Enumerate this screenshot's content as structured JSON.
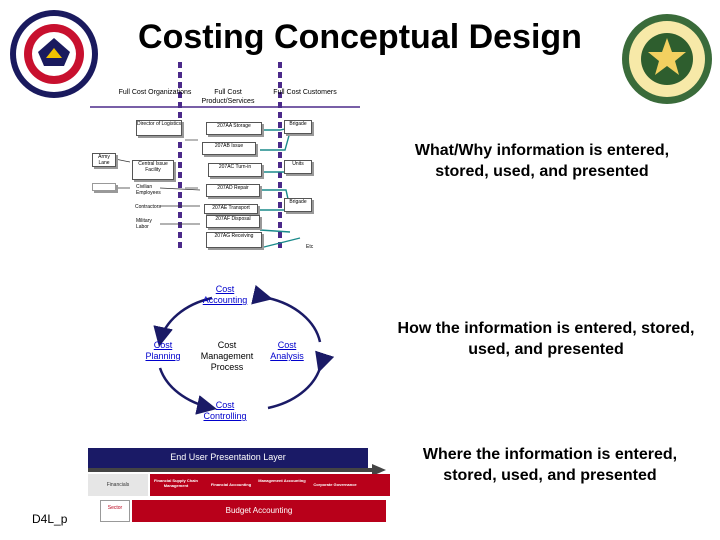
{
  "title": "Costing Conceptual Design",
  "columns": [
    "Full Cost Organizations",
    "Full Cost Product/Services",
    "Full Cost Customers"
  ],
  "org_boxes": [
    "Director of Logistics",
    "Central Issue Facility",
    "Civilian Employees",
    "Contractors",
    "Military Labor",
    "Army Lane"
  ],
  "service_boxes": [
    "207AA Storage",
    "207AB Issue",
    "207AC Turn-in",
    "207AD Repair",
    "207AE Transport",
    "207AF Disposal",
    "207AG Receiving"
  ],
  "customer_boxes": [
    "Brigade",
    "Units",
    "Brigade"
  ],
  "etc_label": "Etc",
  "what_why": "What/Why information is entered, stored, used, and presented",
  "how": "How the information is entered, stored, used, and presented",
  "where": "Where the information is entered, stored, used, and presented",
  "cycle": {
    "top": "Cost Accounting",
    "left": "Cost Planning",
    "center": "Cost Management Process",
    "right": "Cost Analysis",
    "bottom": "Cost Controlling"
  },
  "presentation": {
    "header": "End User Presentation Layer",
    "modules": [
      "Financials",
      "Financial Supply Chain Management",
      "Financial Accounting",
      "Management Accounting",
      "Corporate Governance"
    ],
    "budget": "Budget Accounting",
    "left_tag": "Sector"
  },
  "footer_label": "D4L_p",
  "colors": {
    "cycle_blue": "#0000cc",
    "band_dark": "#1a1a66",
    "band_red": "#b8001a",
    "arrow_teal": "#1a8a8a"
  }
}
